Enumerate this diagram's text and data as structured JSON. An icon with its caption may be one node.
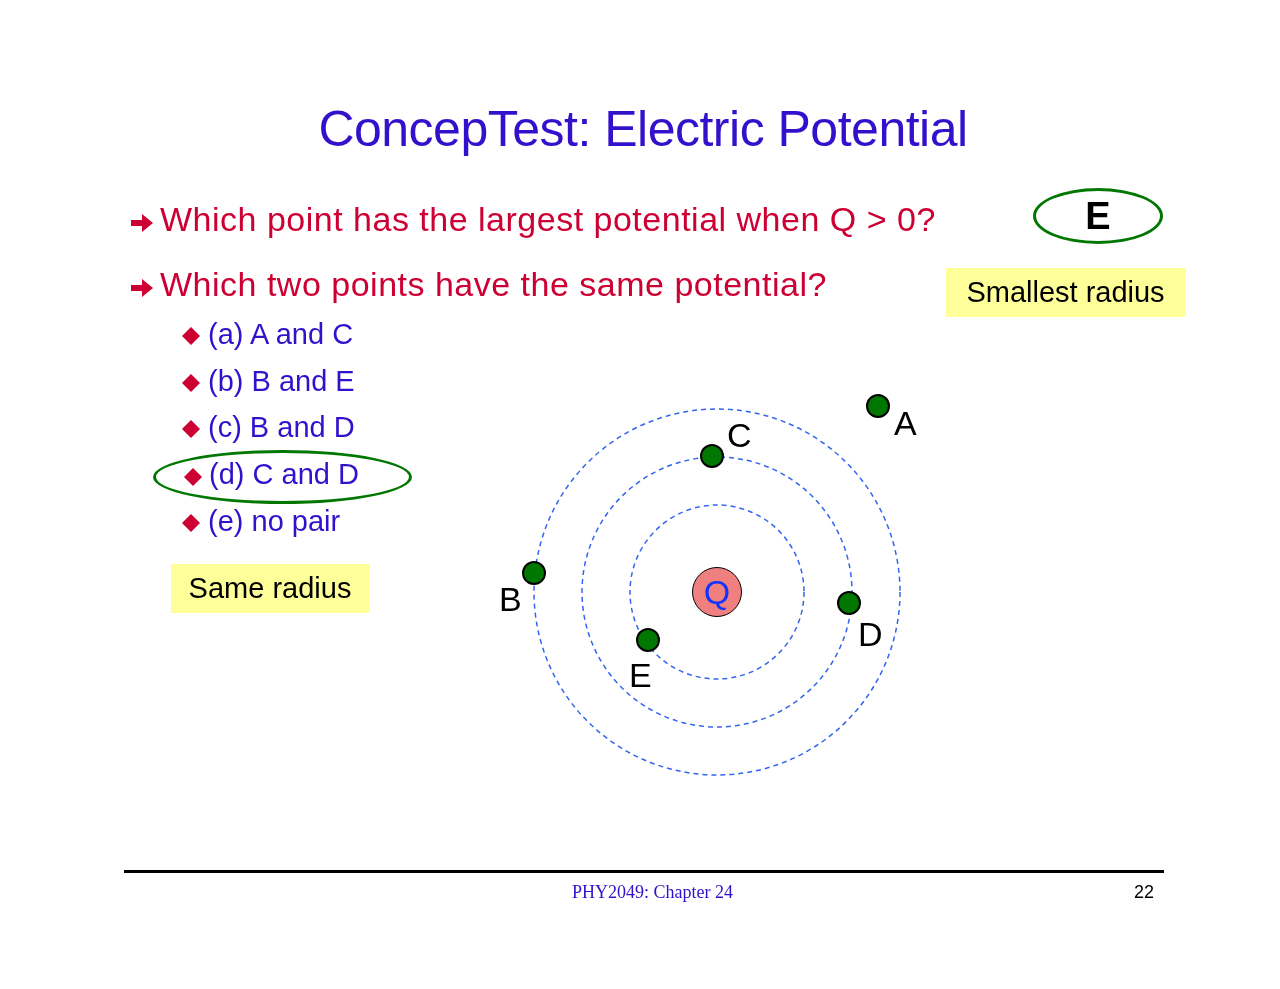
{
  "diagram": {
    "title": "ConcepTest: Electric Potential",
    "nodes": [
      {
        "text": [
          "E"
        ]
      },
      {
        "text": [
          "Smallest radius"
        ]
      },
      {
        "text": [
          "(d) C and D"
        ]
      },
      {
        "text": [
          "Same radius"
        ]
      },
      {
        "text": [
          "Q"
        ]
      },
      {
        "text": [],
        "shape": "circle",
        "beside": [
          "A"
        ]
      },
      {
        "text": [],
        "shape": "circle",
        "beside": [
          "C"
        ]
      },
      {
        "text": [],
        "shape": "circle",
        "beside": [
          "B"
        ]
      },
      {
        "text": [],
        "shape": "circle",
        "beside": [
          "D"
        ]
      },
      {
        "text": [],
        "shape": "circle",
        "beside": [
          "E"
        ]
      }
    ],
    "labels": [
      "Which point has the largest potential when Q > 0?",
      "Which two points have the same potential?",
      "(a) A and C",
      "(b) B and E",
      "(c) B and D",
      "(e) no pair",
      "PHY2049: Chapter 24",
      "22"
    ]
  }
}
